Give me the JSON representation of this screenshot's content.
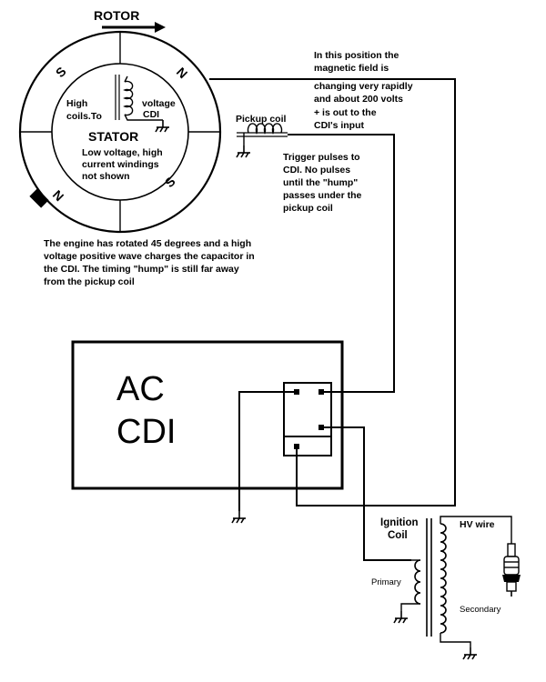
{
  "rotor": {
    "label": "ROTOR"
  },
  "poles": [
    "S",
    "N",
    "S",
    "N"
  ],
  "stator": {
    "title": "STATOR",
    "hv_coil_text": [
      "High",
      "coils.To",
      "voltage",
      "CDI"
    ],
    "lv_note": [
      "Low voltage, high",
      "current windings",
      "not shown"
    ]
  },
  "pickup": {
    "label": "Pickup coil"
  },
  "field_note": [
    "In this position the",
    "magnetic field is",
    "changing very rapidly",
    "and about 200 volts",
    "+ is out to the",
    "CDI's input"
  ],
  "trigger_note": [
    "Trigger pulses to",
    "CDI.  No pulses",
    "until the \"hump\"",
    "passes under the",
    "pickup coil"
  ],
  "engine_note": [
    "The engine has rotated 45 degrees and a high",
    "voltage positive wave charges the capacitor in",
    "the CDI.   The timing \"hump\" is still far away",
    "from the pickup coil"
  ],
  "cdi": {
    "line1": "AC",
    "line2": "CDI"
  },
  "ignition": {
    "title": [
      "Ignition",
      "Coil"
    ],
    "hv_wire": "HV wire",
    "primary": "Primary",
    "secondary": "Secondary"
  }
}
